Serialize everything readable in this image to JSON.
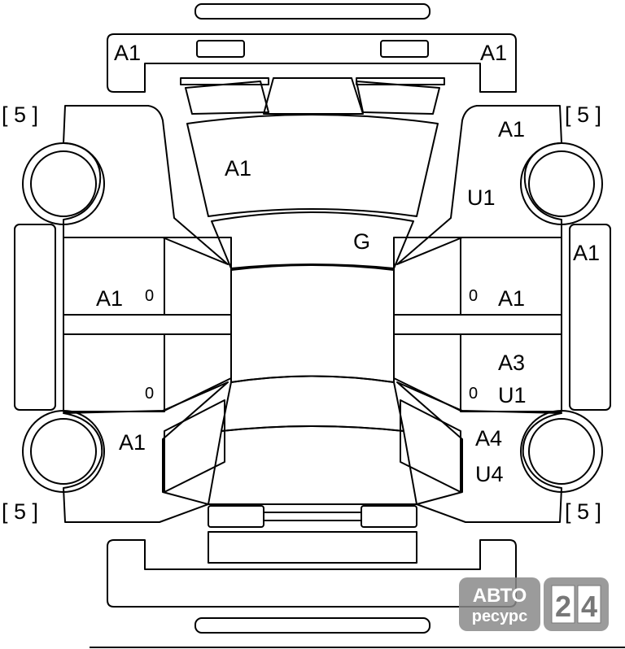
{
  "marks": {
    "front_bumper_left": "A1",
    "front_bumper_right": "A1",
    "hood": "A1",
    "windshield": "G",
    "fender_front_right": "A1",
    "fender_front_right_u": "U1",
    "left_sill": "A1",
    "right_sill": "A1",
    "right_front_door": "A1",
    "right_rear_door_a": "A3",
    "right_rear_door_u": "U1",
    "left_rear_panel": "A1",
    "right_rear_panel_a": "A4",
    "right_rear_panel_u": "U4"
  },
  "tires": {
    "front_left": "[ 5 ]",
    "front_right": "[ 5 ]",
    "rear_left": "[ 5 ]",
    "rear_right": "[ 5 ]"
  },
  "door_marks": {
    "left_front": "0",
    "left_rear": "0",
    "right_front": "0",
    "right_rear": "0"
  },
  "watermark": {
    "top": "АВТО",
    "bottom": "ресурс",
    "digit_1": "2",
    "digit_2": "4"
  }
}
